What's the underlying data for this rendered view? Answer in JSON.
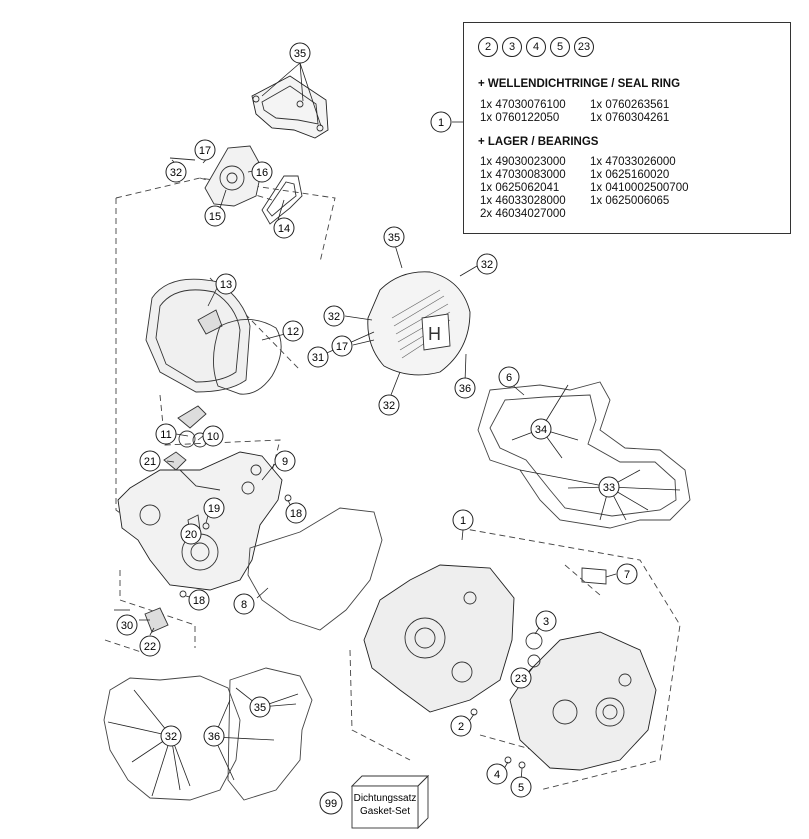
{
  "legend": {
    "kit_numbers": [
      "2",
      "3",
      "4",
      "5",
      "23"
    ],
    "seal_heading": "+ WELLENDICHTRINGE / SEAL RING",
    "seal_items": [
      [
        "1x 47030076100",
        "1x 0760263561"
      ],
      [
        "1x 0760122050",
        "1x 0760304261"
      ]
    ],
    "bearing_heading": "+ LAGER / BEARINGS",
    "bearing_items": [
      [
        "1x 49030023000",
        "1x 47033026000"
      ],
      [
        "1x 47030083000",
        "1x 0625160020"
      ],
      [
        "1x 0625062041",
        "1x 0410002500700"
      ],
      [
        "1x 46033028000",
        "1x 0625006065"
      ],
      [
        "2x 46034027000",
        ""
      ]
    ],
    "callout": "1"
  },
  "gasket_kit": {
    "number": "99",
    "line1": "Dichtungssatz",
    "line2": "Gasket-Set"
  },
  "callouts": [
    {
      "id": "c35a",
      "label": "35"
    },
    {
      "id": "c17a",
      "label": "17"
    },
    {
      "id": "c32a",
      "label": "32"
    },
    {
      "id": "c16",
      "label": "16"
    },
    {
      "id": "c15",
      "label": "15"
    },
    {
      "id": "c14",
      "label": "14"
    },
    {
      "id": "c13",
      "label": "13"
    },
    {
      "id": "c12",
      "label": "12"
    },
    {
      "id": "c35b",
      "label": "35"
    },
    {
      "id": "c32b",
      "label": "32"
    },
    {
      "id": "c32c",
      "label": "32"
    },
    {
      "id": "c17b",
      "label": "17"
    },
    {
      "id": "c31",
      "label": "31"
    },
    {
      "id": "c36a",
      "label": "36"
    },
    {
      "id": "c32d",
      "label": "32"
    },
    {
      "id": "c6",
      "label": "6"
    },
    {
      "id": "c34",
      "label": "34"
    },
    {
      "id": "c33",
      "label": "33"
    },
    {
      "id": "c11",
      "label": "11"
    },
    {
      "id": "c10",
      "label": "10"
    },
    {
      "id": "c21",
      "label": "21"
    },
    {
      "id": "c9",
      "label": "9"
    },
    {
      "id": "c19",
      "label": "19"
    },
    {
      "id": "c18a",
      "label": "18"
    },
    {
      "id": "c20",
      "label": "20"
    },
    {
      "id": "c18b",
      "label": "18"
    },
    {
      "id": "c8",
      "label": "8"
    },
    {
      "id": "c1",
      "label": "1"
    },
    {
      "id": "c7",
      "label": "7"
    },
    {
      "id": "c3",
      "label": "3"
    },
    {
      "id": "c30",
      "label": "30"
    },
    {
      "id": "c22",
      "label": "22"
    },
    {
      "id": "c23",
      "label": "23"
    },
    {
      "id": "c35c",
      "label": "35"
    },
    {
      "id": "c2",
      "label": "2"
    },
    {
      "id": "c32e",
      "label": "32"
    },
    {
      "id": "c36b",
      "label": "36"
    },
    {
      "id": "c4",
      "label": "4"
    },
    {
      "id": "c5",
      "label": "5"
    },
    {
      "id": "c99",
      "label": "99"
    }
  ]
}
